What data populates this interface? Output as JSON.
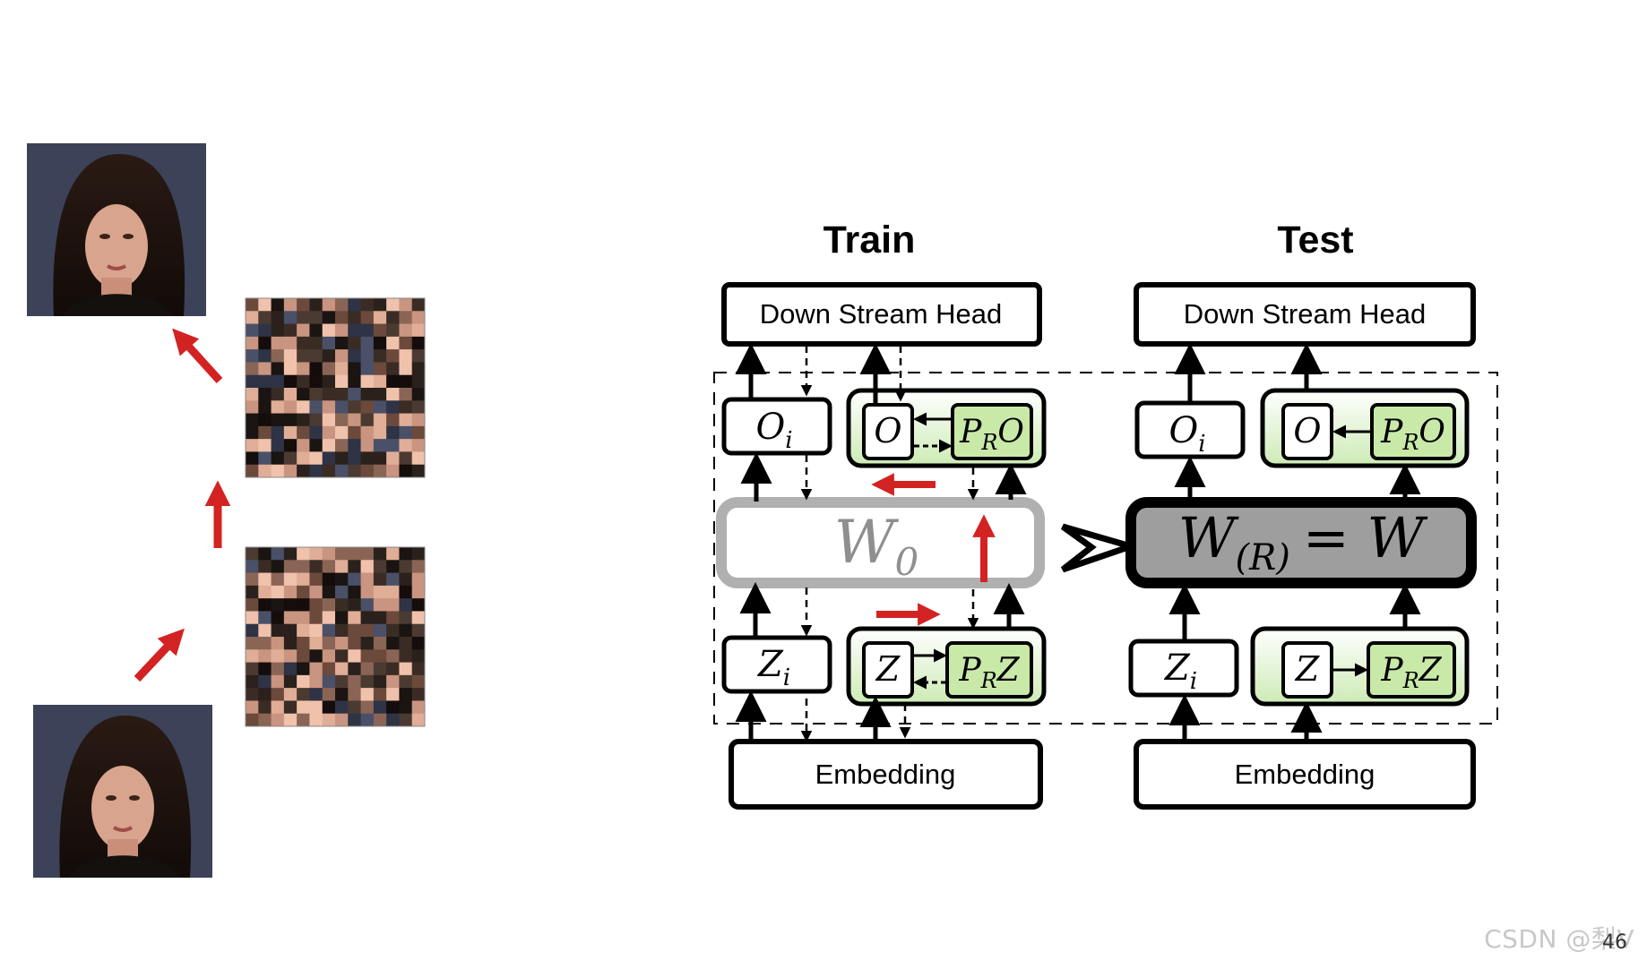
{
  "diagram": {
    "train": {
      "title": "Train",
      "head": "Down Stream Head",
      "embedding": "Embedding",
      "o_i": "O",
      "o_i_sub": "i",
      "z_i": "Z",
      "z_i_sub": "i",
      "o": "O",
      "z": "Z",
      "pro_p": "P",
      "pro_r": "R",
      "pro_o": "O",
      "prz_p": "P",
      "prz_r": "R",
      "prz_z": "Z",
      "w0": "W",
      "w0_sub": "0"
    },
    "test": {
      "title": "Test",
      "head": "Down Stream Head",
      "embedding": "Embedding",
      "o_i": "O",
      "o_i_sub": "i",
      "z_i": "Z",
      "z_i_sub": "i",
      "o": "O",
      "z": "Z",
      "pro_p": "P",
      "pro_r": "R",
      "pro_o": "O",
      "prz_p": "P",
      "prz_r": "R",
      "prz_z": "Z",
      "w": "W",
      "w_sub": "(R)",
      "w_eq": "= W"
    }
  },
  "footer": {
    "watermark": "CSDN @梨V",
    "page_number": "46"
  },
  "colors": {
    "arrow_red": "#d32222",
    "green_fill": "#d7efc2",
    "w_fill_test": "#9e9e9e",
    "w_border_train": "#b0b0b0"
  }
}
